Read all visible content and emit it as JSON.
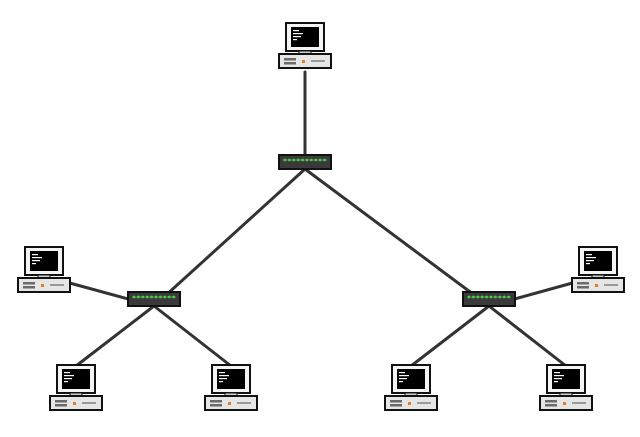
{
  "diagram": {
    "type": "network-topology",
    "topology": "tree",
    "nodes": [
      {
        "id": "computer-top",
        "kind": "computer"
      },
      {
        "id": "hub-root",
        "kind": "hub"
      },
      {
        "id": "hub-left",
        "kind": "hub"
      },
      {
        "id": "hub-right",
        "kind": "hub"
      },
      {
        "id": "computer-left-side",
        "kind": "computer"
      },
      {
        "id": "computer-left-bottom-1",
        "kind": "computer"
      },
      {
        "id": "computer-left-bottom-2",
        "kind": "computer"
      },
      {
        "id": "computer-right-side",
        "kind": "computer"
      },
      {
        "id": "computer-right-bottom-1",
        "kind": "computer"
      },
      {
        "id": "computer-right-bottom-2",
        "kind": "computer"
      }
    ],
    "links": [
      {
        "from": "computer-top",
        "to": "hub-root"
      },
      {
        "from": "hub-root",
        "to": "hub-left"
      },
      {
        "from": "hub-root",
        "to": "hub-right"
      },
      {
        "from": "hub-left",
        "to": "computer-left-side"
      },
      {
        "from": "hub-left",
        "to": "computer-left-bottom-1"
      },
      {
        "from": "hub-left",
        "to": "computer-left-bottom-2"
      },
      {
        "from": "hub-right",
        "to": "computer-right-side"
      },
      {
        "from": "hub-right",
        "to": "computer-right-bottom-1"
      },
      {
        "from": "hub-right",
        "to": "computer-right-bottom-2"
      }
    ],
    "colors": {
      "cable": "#333333",
      "hub_body": "#3a3a3a",
      "hub_led": "#3fd13f",
      "screen": "#000000",
      "case": "#e6e6e6",
      "outline": "#111111"
    }
  }
}
